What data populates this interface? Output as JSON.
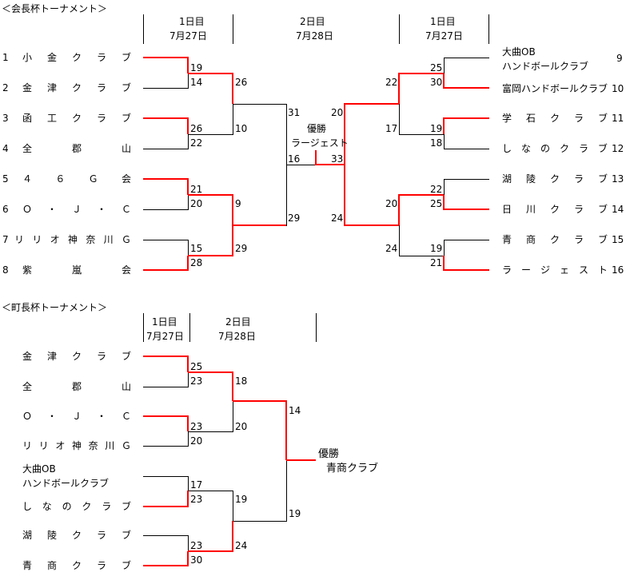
{
  "colors": {
    "line": "#000000",
    "win": "#ff0000"
  },
  "t1": {
    "title": "＜会長杯トーナメント＞",
    "hdr": {
      "l_day": "1日目",
      "l_date": "7月27日",
      "m_day": "2日目",
      "m_date": "7月28日",
      "r_day": "1日目",
      "r_date": "7月27日"
    },
    "left_nums": [
      "1",
      "2",
      "3",
      "4",
      "5",
      "6",
      "7",
      "8"
    ],
    "left_teams": [
      [
        "小",
        "金",
        "ク",
        "ラ",
        "ブ"
      ],
      [
        "金",
        "津",
        "ク",
        "ラ",
        "ブ"
      ],
      [
        "函",
        "工",
        "ク",
        "ラ",
        "ブ"
      ],
      [
        "全",
        "郡",
        "山"
      ],
      [
        "４",
        "６",
        "Ｇ",
        "会"
      ],
      [
        "Ｏ",
        "・",
        "Ｊ",
        "・",
        "Ｃ"
      ],
      [
        "リ",
        "リ",
        "オ",
        "神",
        "奈",
        "川",
        "Ｇ"
      ],
      [
        "紫",
        "嵐",
        "会"
      ]
    ],
    "right_nums": [
      "9",
      "10",
      "11",
      "12",
      "13",
      "14",
      "15",
      "16"
    ],
    "right_team_9_l1": "大曲OB",
    "right_team_9_l2": "ハンドボールクラブ",
    "right_team_10": "富岡ハンドボールクラブ",
    "right_teams": [
      [
        "学",
        "石",
        "ク",
        "ラ",
        "ブ"
      ],
      [
        "し",
        "な",
        "の",
        "ク",
        "ラ",
        "ブ"
      ],
      [
        "湖",
        "陵",
        "ク",
        "ラ",
        "ブ"
      ],
      [
        "日",
        "川",
        "ク",
        "ラ",
        "ブ"
      ],
      [
        "青",
        "商",
        "ク",
        "ラ",
        "ブ"
      ],
      [
        "ラ",
        "ー",
        "ジ",
        "ェ",
        "ス",
        "ト"
      ]
    ],
    "scores": {
      "l_r1": [
        "19",
        "14",
        "26",
        "22",
        "21",
        "20",
        "15",
        "28"
      ],
      "l_r2": [
        "26",
        "10",
        "9",
        "29"
      ],
      "l_r3": [
        "31",
        "29"
      ],
      "final_l": "16",
      "final_r": "33",
      "r_r3": [
        "20",
        "24"
      ],
      "r_r2": [
        "22",
        "17",
        "20",
        "24"
      ],
      "r_r1": [
        "25",
        "30",
        "19",
        "18",
        "22",
        "25",
        "19",
        "21"
      ]
    },
    "champion_label": "優勝",
    "champion": "ラージェスト"
  },
  "t2": {
    "title": "＜町長杯トーナメント＞",
    "hdr": {
      "l_day": "1日目",
      "l_date": "7月27日",
      "m_day": "2日目",
      "m_date": "7月28日"
    },
    "teams": [
      [
        "金",
        "津",
        "ク",
        "ラ",
        "ブ"
      ],
      [
        "全",
        "郡",
        "山"
      ],
      [
        "Ｏ",
        "・",
        "Ｊ",
        "・",
        "Ｃ"
      ],
      [
        "リ",
        "リ",
        "オ",
        "神",
        "奈",
        "川",
        "Ｇ"
      ]
    ],
    "team_5_l1": "大曲OB",
    "team_5_l2": "ハンドボールクラブ",
    "teams_b": [
      [
        "し",
        "な",
        "の",
        "ク",
        "ラ",
        "ブ"
      ],
      [
        "湖",
        "陵",
        "ク",
        "ラ",
        "ブ"
      ],
      [
        "青",
        "商",
        "ク",
        "ラ",
        "ブ"
      ]
    ],
    "scores": {
      "r1": [
        "25",
        "23",
        "23",
        "20",
        "17",
        "23",
        "23",
        "30"
      ],
      "r2": [
        "18",
        "20",
        "19",
        "24"
      ],
      "r3": [
        "14",
        "19"
      ]
    },
    "champion_label": "優勝",
    "champion": "青商クラブ"
  }
}
